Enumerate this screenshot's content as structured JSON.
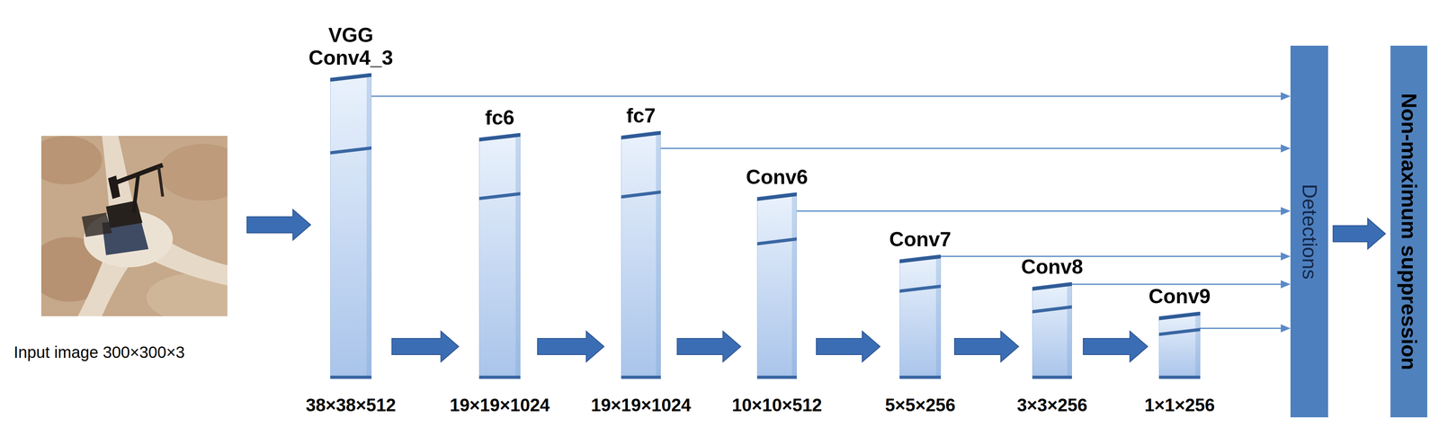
{
  "diagram": {
    "nodes": [
      {
        "text": [
          "Input image 300×300×3"
        ]
      },
      {
        "text": [
          "VGG Conv4_3",
          "38×38×512"
        ]
      },
      {
        "text": [
          "fc6",
          "19×19×1024"
        ]
      },
      {
        "text": [
          "fc7",
          "19×19×1024"
        ]
      },
      {
        "text": [
          "Conv6",
          "10×10×512"
        ]
      },
      {
        "text": [
          "Conv7",
          "5×5×256"
        ]
      },
      {
        "text": [
          "Conv8",
          "3×3×256"
        ]
      },
      {
        "text": [
          "Conv9",
          "1×1×256"
        ]
      },
      {
        "text": [
          "Detections"
        ]
      },
      {
        "text": [
          "Non-maximum suppression"
        ]
      }
    ],
    "edges": [
      {
        "from": 0,
        "to": 1,
        "arrow": "to"
      },
      {
        "from": 1,
        "to": 2,
        "arrow": "to"
      },
      {
        "from": 2,
        "to": 3,
        "arrow": "to"
      },
      {
        "from": 3,
        "to": 4,
        "arrow": "to"
      },
      {
        "from": 4,
        "to": 5,
        "arrow": "to"
      },
      {
        "from": 5,
        "to": 6,
        "arrow": "to"
      },
      {
        "from": 6,
        "to": 7,
        "arrow": "to"
      },
      {
        "from": 1,
        "to": 8,
        "arrow": "to"
      },
      {
        "from": 3,
        "to": 8,
        "arrow": "to"
      },
      {
        "from": 4,
        "to": 8,
        "arrow": "to"
      },
      {
        "from": 5,
        "to": 8,
        "arrow": "to"
      },
      {
        "from": 6,
        "to": 8,
        "arrow": "to"
      },
      {
        "from": 7,
        "to": 8,
        "arrow": "to"
      },
      {
        "from": 8,
        "to": 9,
        "arrow": "to"
      }
    ]
  }
}
